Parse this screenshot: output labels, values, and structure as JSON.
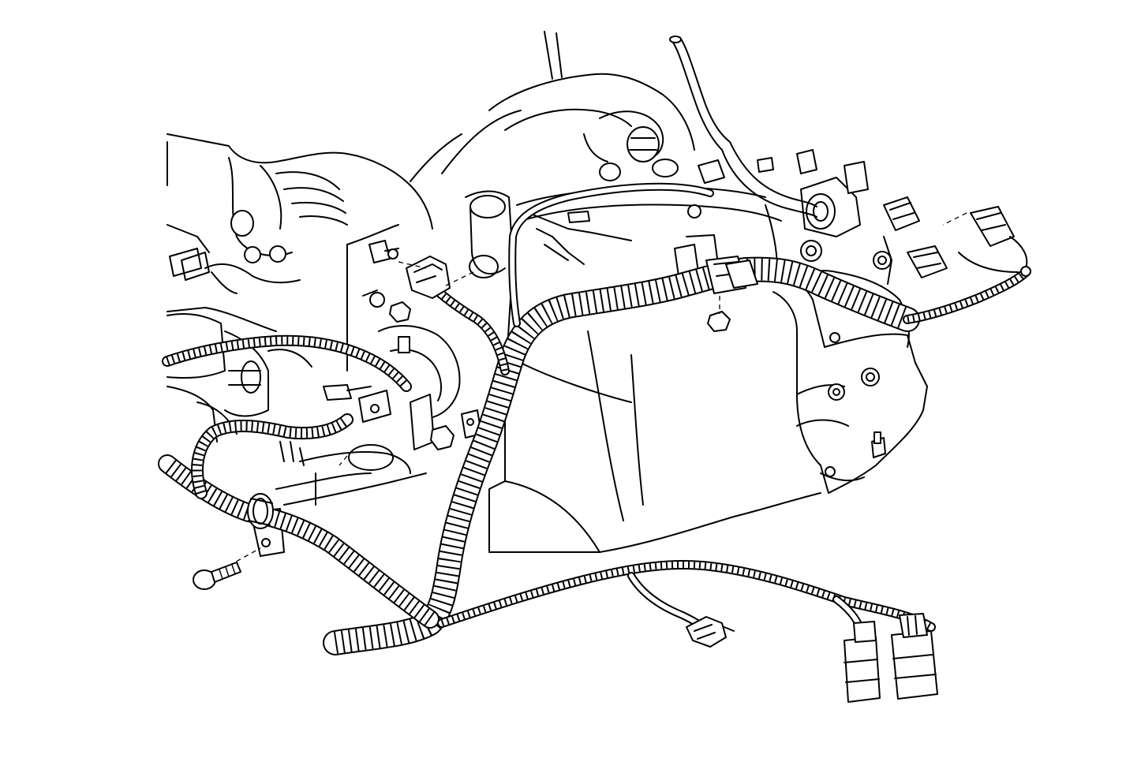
{
  "diagram": {
    "kind": "engine-wiring-harness-line-drawing",
    "ink_color": "#000000",
    "paper_color": "#ffffff",
    "parts": [
      {
        "id": "main-harness-conduit",
        "icon": "harness-conduit-icon"
      },
      {
        "id": "harness-mounting-bolt",
        "icon": "bolt-icon"
      },
      {
        "id": "harness-clamp",
        "icon": "clamp-icon"
      },
      {
        "id": "pigtail-connector",
        "icon": "connector-icon"
      },
      {
        "id": "lower-connector-pair",
        "icon": "connector-icon"
      },
      {
        "id": "upper-right-connectors",
        "icon": "connector-icon"
      },
      {
        "id": "transmission-case",
        "icon": "housing-icon"
      },
      {
        "id": "starter-motor",
        "icon": "motor-icon"
      },
      {
        "id": "vacuum-hose",
        "icon": "hose-icon"
      }
    ]
  }
}
